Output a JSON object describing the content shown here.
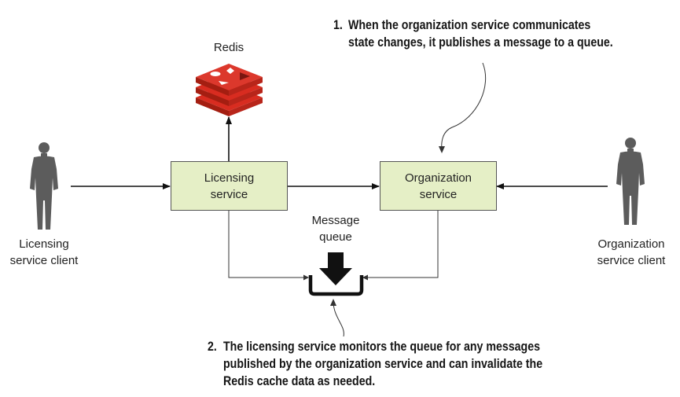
{
  "redis": {
    "label": "Redis"
  },
  "boxes": {
    "licensing_service": [
      "Licensing",
      "service"
    ],
    "organization_service": [
      "Organization",
      "service"
    ]
  },
  "message_queue": {
    "label": [
      "Message",
      "queue"
    ]
  },
  "actors": {
    "licensing_client": [
      "Licensing",
      "service client"
    ],
    "organization_client": [
      "Organization",
      "service client"
    ]
  },
  "annotations": {
    "one": {
      "number": "1.",
      "lines": [
        "When the organization service communicates",
        "state changes, it publishes a message to a queue."
      ]
    },
    "two": {
      "number": "2.",
      "lines": [
        "The licensing service monitors the queue for any messages",
        "published by the organization service and can invalidate the",
        "Redis cache data as needed."
      ]
    }
  },
  "colors": {
    "box_fill": "#e5efc6",
    "box_border": "#555555",
    "redis_red": "#d82c20",
    "redis_dark": "#a41e11",
    "actor_gray": "#5c5c5c",
    "arrow": "#111111"
  },
  "icons": {
    "redis": "redis-logo-icon",
    "actor": "person-silhouette-icon",
    "queue": "queue-tray-icon"
  }
}
